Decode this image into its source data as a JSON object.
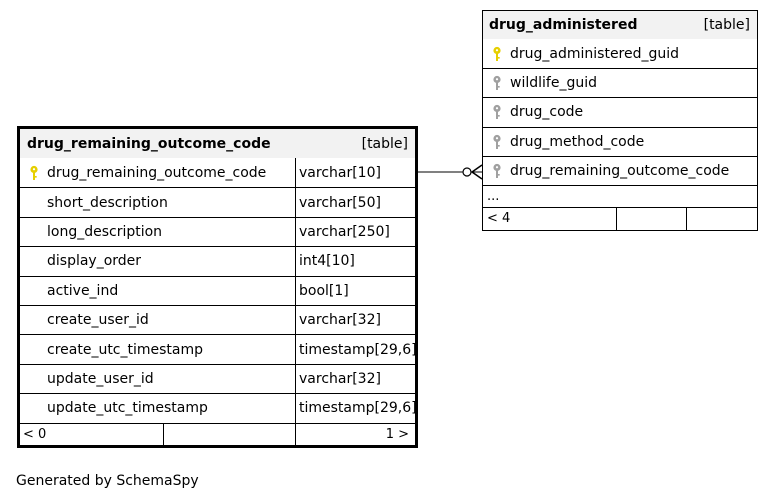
{
  "primary_table": {
    "name": "drug_remaining_outcome_code",
    "kind": "[table]",
    "columns": [
      {
        "name": "drug_remaining_outcome_code",
        "type": "varchar[10]",
        "key": "primary-key-icon"
      },
      {
        "name": "short_description",
        "type": "varchar[50]",
        "key": ""
      },
      {
        "name": "long_description",
        "type": "varchar[250]",
        "key": ""
      },
      {
        "name": "display_order",
        "type": "int4[10]",
        "key": ""
      },
      {
        "name": "active_ind",
        "type": "bool[1]",
        "key": ""
      },
      {
        "name": "create_user_id",
        "type": "varchar[32]",
        "key": ""
      },
      {
        "name": "create_utc_timestamp",
        "type": "timestamp[29,6]",
        "key": ""
      },
      {
        "name": "update_user_id",
        "type": "varchar[32]",
        "key": ""
      },
      {
        "name": "update_utc_timestamp",
        "type": "timestamp[29,6]",
        "key": ""
      }
    ],
    "footer": {
      "parents": "< 0",
      "children": "1 >"
    }
  },
  "referencing_table": {
    "name": "drug_administered",
    "kind": "[table]",
    "columns": [
      {
        "name": "drug_administered_guid",
        "key": "primary-key-icon"
      },
      {
        "name": "wildlife_guid",
        "key": "foreign-key-icon"
      },
      {
        "name": "drug_code",
        "key": "foreign-key-icon"
      },
      {
        "name": "drug_method_code",
        "key": "foreign-key-icon"
      },
      {
        "name": "drug_remaining_outcome_code",
        "key": "foreign-key-icon"
      }
    ],
    "more": "...",
    "footer": {
      "parents": "< 4"
    }
  },
  "relationship": {
    "from": "drug_remaining_outcome_code.drug_remaining_outcome_code",
    "to": "drug_administered.drug_remaining_outcome_code",
    "cardinality": "one-to-zero-or-many"
  },
  "generated_by": "Generated by SchemaSpy",
  "colors": {
    "primary_key": "#e6cf00",
    "foreign_key": "#a0a0a0",
    "header_bg": "#f2f2f2",
    "border": "#000000"
  }
}
